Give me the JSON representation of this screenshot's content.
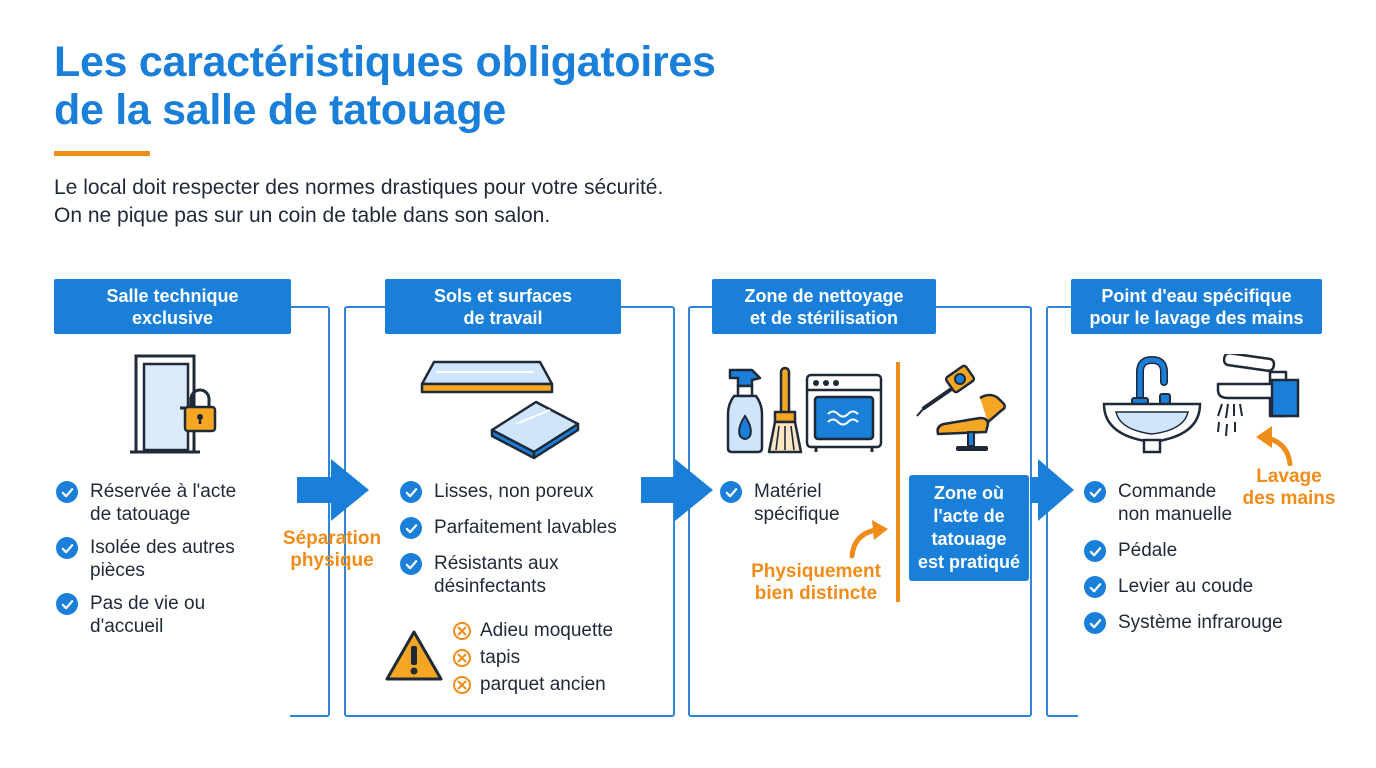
{
  "title": {
    "line1": "Les caractéristiques obligatoires",
    "line2": "de la salle de tatouage"
  },
  "subtitle": {
    "line1": "Le local doit respecter des normes drastiques pour votre sécurité.",
    "line2": "On ne pique pas sur un coin de table dans son salon."
  },
  "colors": {
    "primary_blue": "#1a7fd9",
    "accent_orange": "#f08c1a",
    "text": "#1f2937"
  },
  "sections": [
    {
      "heading": [
        "Salle technique",
        "exclusive"
      ],
      "icon": "door-lock-icon",
      "items": [
        [
          "Réservée à l'acte",
          "de tatouage"
        ],
        [
          "Isolée des autres",
          "pièces"
        ],
        [
          "Pas de vie ou",
          "d'accueil"
        ]
      ]
    },
    {
      "heading": [
        "Sols et surfaces",
        "de travail"
      ],
      "icon": "surface-panels-icon",
      "items": [
        [
          "Lisses, non poreux"
        ],
        [
          "Parfaitement lavables"
        ],
        [
          "Résistants aux",
          "désinfectants"
        ]
      ],
      "warning_icon": "warning-icon",
      "forbidden": [
        "Adieu moquette",
        "tapis",
        "parquet ancien"
      ]
    },
    {
      "heading": [
        "Zone de nettoyage",
        "et de stérilisation"
      ],
      "icons": [
        "spray-bottle-icon",
        "brush-icon",
        "autoclave-icon",
        "tattoo-machine-icon",
        "tattoo-chair-icon"
      ],
      "items": [
        [
          "Matériel",
          "spécifique"
        ]
      ],
      "note": [
        "Physiquement",
        "bien distincte"
      ],
      "zone_box": [
        "Zone où",
        "l'acte de",
        "tatouage",
        "est pratiqué"
      ]
    },
    {
      "heading": [
        "Point d'eau spécifique",
        "pour le lavage des mains"
      ],
      "icons": [
        "sink-icon",
        "faucet-icon"
      ],
      "items": [
        [
          "Commande",
          "non manuelle"
        ],
        [
          "Pédale"
        ],
        [
          "Levier au coude"
        ],
        [
          "Système infrarouge"
        ]
      ],
      "note": [
        "Lavage",
        "des mains"
      ]
    }
  ],
  "connector_label": [
    "Séparation",
    "physique"
  ]
}
